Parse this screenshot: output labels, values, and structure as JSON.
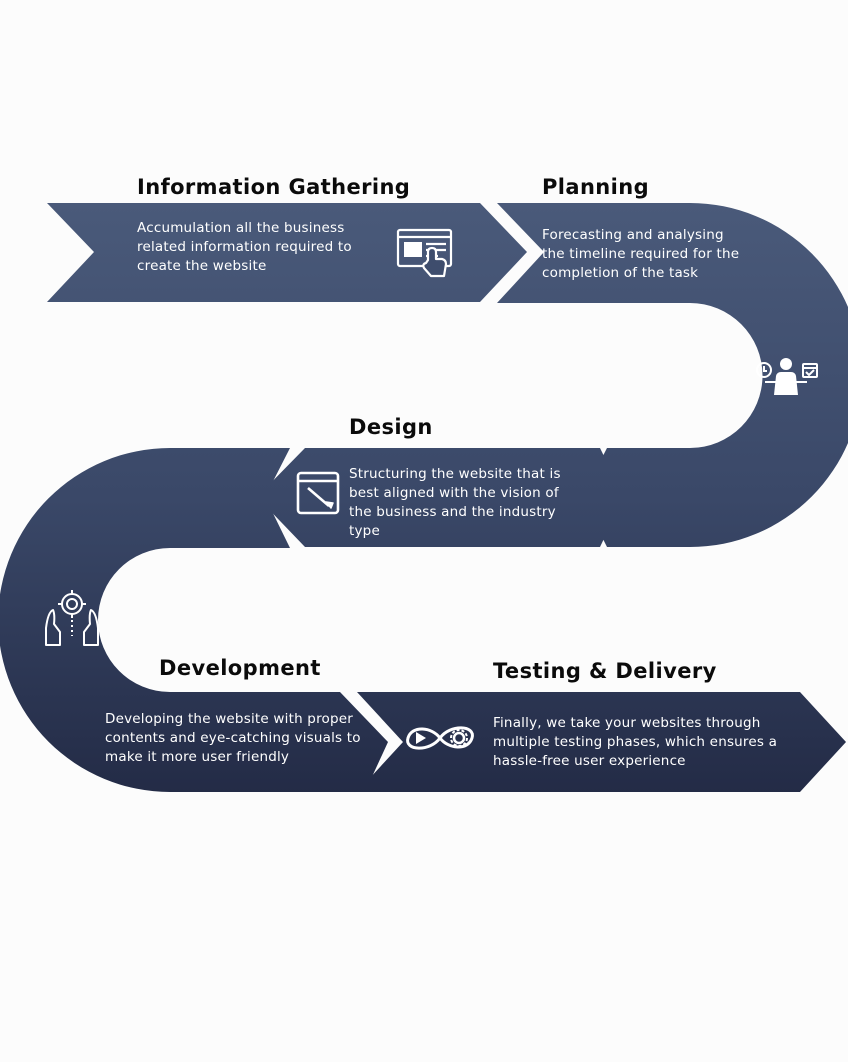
{
  "colors": {
    "background": "#fcfcfc",
    "band_light": "#4a5a7a",
    "band_dark": "#232b46",
    "text_dark": "#0b0b0b",
    "text_light": "#ffffff"
  },
  "steps": [
    {
      "title": "Information Gathering",
      "description": [
        "Accumulation all the business",
        "related information required to",
        "create the website"
      ],
      "icon": "web-form-click-icon"
    },
    {
      "title": "Planning",
      "description": [
        "Forecasting and analysing",
        "the timeline required for the",
        "completion of the task"
      ],
      "icon": "person-clock-calendar-icon"
    },
    {
      "title": "Design",
      "description": [
        "Structuring the website that is",
        "best aligned with the vision of",
        "the business and the industry",
        "type"
      ],
      "icon": "browser-pen-icon"
    },
    {
      "title": "Development",
      "description": [
        "Developing the website with proper",
        "contents and eye-catching visuals to",
        "make it more user friendly"
      ],
      "icon": "hands-gear-bulb-icon"
    },
    {
      "title": "Testing & Delivery",
      "description": [
        "Finally, we take your websites through",
        "multiple testing phases, which ensures a",
        "hassle-free user experience"
      ],
      "icon": "infinity-play-gear-icon"
    }
  ]
}
